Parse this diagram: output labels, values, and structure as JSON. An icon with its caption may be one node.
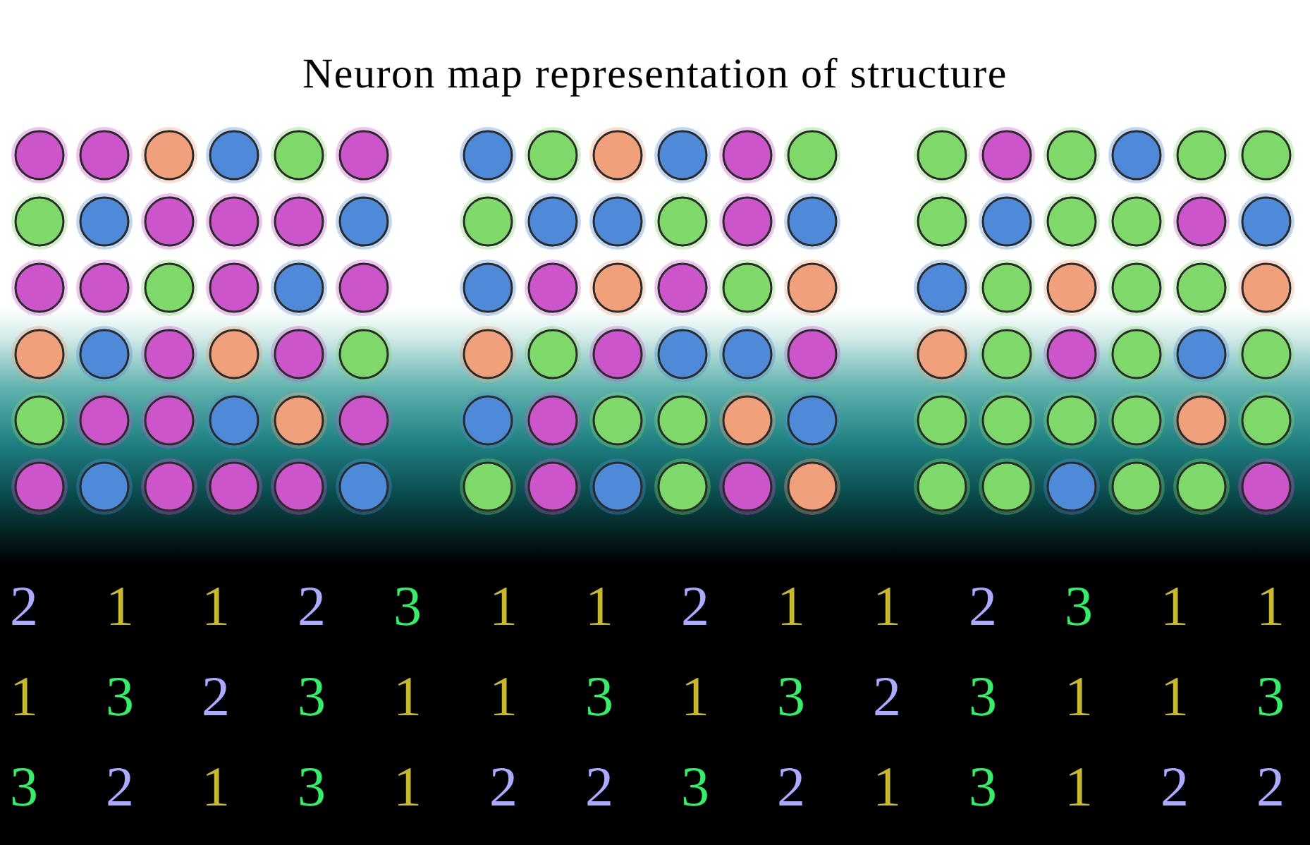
{
  "diagram": {
    "title": "Neuron map representation of structure",
    "labels": [
      "2",
      "1",
      "1",
      "2",
      "3",
      "1",
      "1",
      "2",
      "1",
      "1",
      "2",
      "3",
      "1",
      "1",
      "1",
      "3",
      "2",
      "3",
      "1",
      "1",
      "3",
      "1",
      "3",
      "2",
      "3",
      "1",
      "1",
      "3",
      "3",
      "2",
      "1",
      "3",
      "1",
      "2",
      "2",
      "3",
      "2",
      "1",
      "3",
      "1",
      "2",
      "2"
    ]
  }
}
